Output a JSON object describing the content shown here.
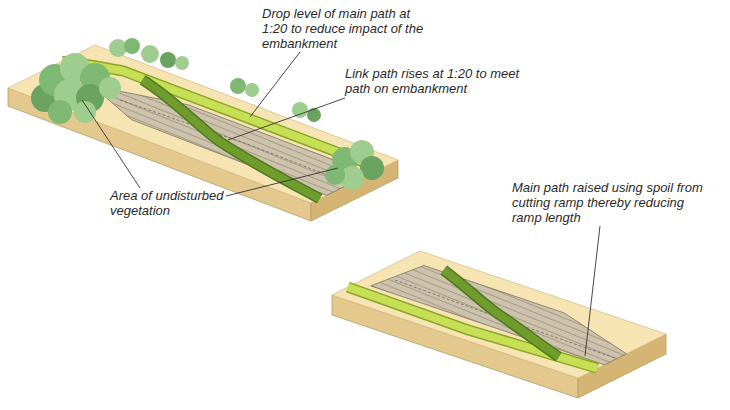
{
  "diagram": {
    "labels": [
      "Drop level of main path at 1:20 to reduce impact of the embankment",
      "Link path rises at 1:20 to meet path on embankment",
      "Area of undisturbed vegetation",
      "Main path raised using spoil from cutting ramp thereby reducing ramp length"
    ]
  }
}
